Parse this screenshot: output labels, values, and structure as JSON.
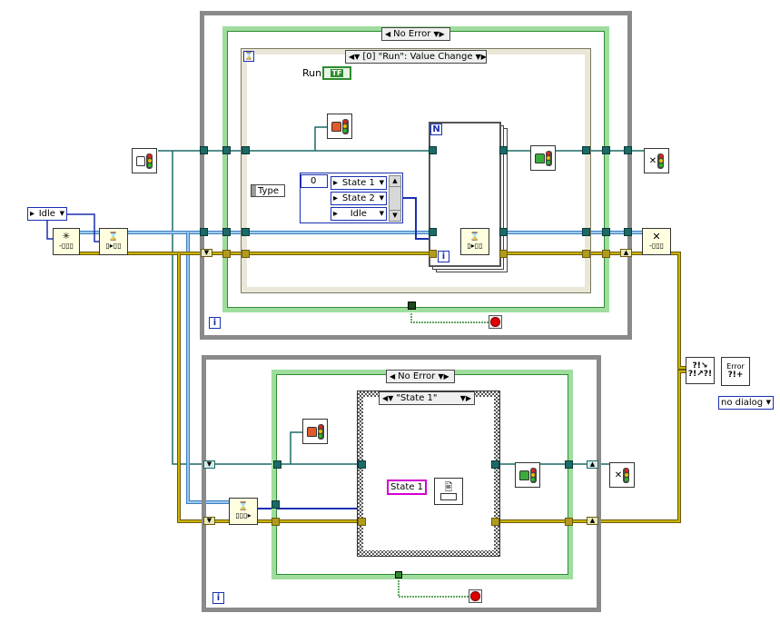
{
  "colors": {
    "wire_reference": "#1b6a66",
    "wire_error": "#c9b400",
    "wire_enum": "#1a2fb0",
    "wire_string": "#d200d2",
    "wire_boolean": "#2e8b2e",
    "case_frame": "#9fdd9f",
    "loop_frame": "#8a8a8a",
    "event_frame": "#ebe7d8",
    "stop_red": "#e00000"
  },
  "top_loop": {
    "case_selector": "No Error",
    "event_selector": "[0] \"Run\": Value Change",
    "run_label": "Run",
    "run_value": "TF",
    "type_label": "Type",
    "array_index": "0",
    "array_items": [
      "State 1",
      "State 2",
      "Idle"
    ],
    "for_loop_count": "N",
    "iteration_label": "i",
    "event_iteration_label": "i"
  },
  "bottom_loop": {
    "case_selector": "No Error",
    "state_selector": "\"State 1\"",
    "string_constant": "State 1",
    "iteration_label": "i"
  },
  "queue_init": {
    "state_constant": "Idle"
  },
  "error_handler": {
    "dialog_option": "no dialog",
    "error_label": "Error"
  },
  "icons": {
    "create_notifier": "create-notifier-icon",
    "wait_notifier": "wait-on-notification-icon",
    "release_notifier": "release-notifier-icon",
    "obtain_queue": "obtain-queue-icon",
    "enqueue": "enqueue-element-icon",
    "dequeue": "dequeue-element-icon",
    "release_queue": "release-queue-icon",
    "merge_errors": "merge-errors-icon",
    "simple_error": "simple-error-handler-icon",
    "stop": "stop-icon",
    "dialog": "one-button-dialog-icon"
  }
}
